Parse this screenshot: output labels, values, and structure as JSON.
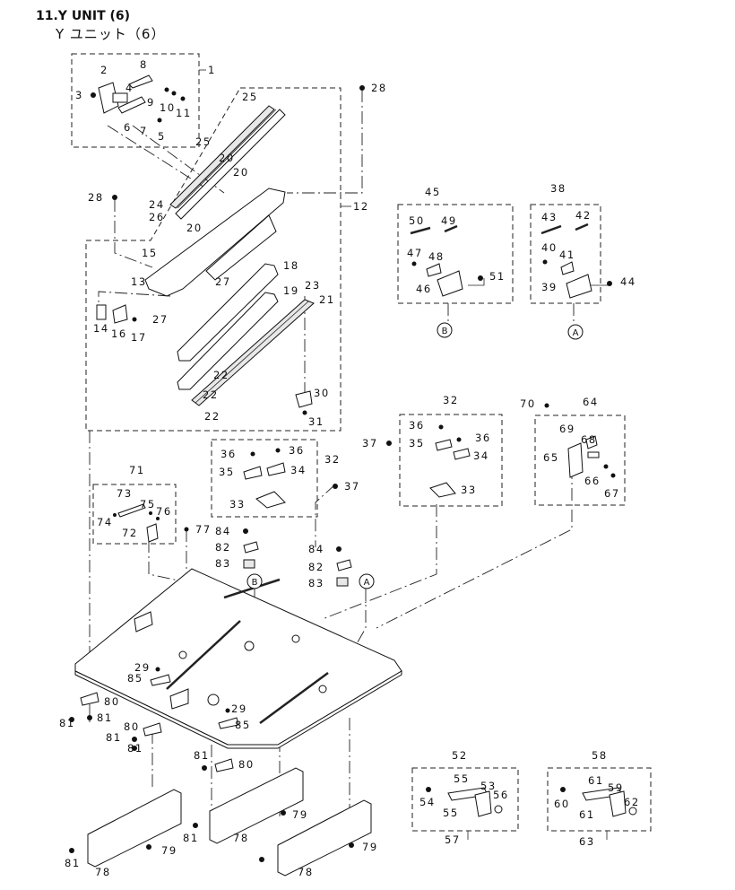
{
  "header": {
    "title": "11.Y UNIT (6)",
    "subtitle": "Y ユニット（6）"
  },
  "callouts": [
    {
      "id": "c1",
      "text": "1"
    },
    {
      "id": "c2",
      "text": "2"
    },
    {
      "id": "c3",
      "text": "3"
    },
    {
      "id": "c4",
      "text": "4"
    },
    {
      "id": "c5",
      "text": "5"
    },
    {
      "id": "c6",
      "text": "6"
    },
    {
      "id": "c7",
      "text": "7"
    },
    {
      "id": "c8",
      "text": "8"
    },
    {
      "id": "c9",
      "text": "9"
    },
    {
      "id": "c10",
      "text": "10"
    },
    {
      "id": "c11",
      "text": "11"
    },
    {
      "id": "c12",
      "text": "12"
    },
    {
      "id": "c13",
      "text": "13"
    },
    {
      "id": "c14",
      "text": "14"
    },
    {
      "id": "c15",
      "text": "15"
    },
    {
      "id": "c16",
      "text": "16"
    },
    {
      "id": "c17",
      "text": "17"
    },
    {
      "id": "c18",
      "text": "18"
    },
    {
      "id": "c19",
      "text": "19"
    },
    {
      "id": "c20a",
      "text": "20"
    },
    {
      "id": "c20b",
      "text": "20"
    },
    {
      "id": "c20c",
      "text": "20"
    },
    {
      "id": "c21",
      "text": "21"
    },
    {
      "id": "c22a",
      "text": "22"
    },
    {
      "id": "c22b",
      "text": "22"
    },
    {
      "id": "c22c",
      "text": "22"
    },
    {
      "id": "c23",
      "text": "23"
    },
    {
      "id": "c24",
      "text": "24"
    },
    {
      "id": "c25a",
      "text": "25"
    },
    {
      "id": "c25b",
      "text": "25"
    },
    {
      "id": "c26",
      "text": "26"
    },
    {
      "id": "c27a",
      "text": "27"
    },
    {
      "id": "c27b",
      "text": "27"
    },
    {
      "id": "c28a",
      "text": "28"
    },
    {
      "id": "c28b",
      "text": "28"
    },
    {
      "id": "c29a",
      "text": "29"
    },
    {
      "id": "c29b",
      "text": "29"
    },
    {
      "id": "c30",
      "text": "30"
    },
    {
      "id": "c31",
      "text": "31"
    },
    {
      "id": "c32a",
      "text": "32"
    },
    {
      "id": "c32b",
      "text": "32"
    },
    {
      "id": "c33a",
      "text": "33"
    },
    {
      "id": "c33b",
      "text": "33"
    },
    {
      "id": "c34a",
      "text": "34"
    },
    {
      "id": "c34b",
      "text": "34"
    },
    {
      "id": "c35a",
      "text": "35"
    },
    {
      "id": "c35b",
      "text": "35"
    },
    {
      "id": "c36a",
      "text": "36"
    },
    {
      "id": "c36b",
      "text": "36"
    },
    {
      "id": "c36c",
      "text": "36"
    },
    {
      "id": "c36d",
      "text": "36"
    },
    {
      "id": "c37a",
      "text": "37"
    },
    {
      "id": "c37b",
      "text": "37"
    },
    {
      "id": "c38",
      "text": "38"
    },
    {
      "id": "c39",
      "text": "39"
    },
    {
      "id": "c40",
      "text": "40"
    },
    {
      "id": "c41",
      "text": "41"
    },
    {
      "id": "c42",
      "text": "42"
    },
    {
      "id": "c43",
      "text": "43"
    },
    {
      "id": "c44",
      "text": "44"
    },
    {
      "id": "c45",
      "text": "45"
    },
    {
      "id": "c46",
      "text": "46"
    },
    {
      "id": "c47",
      "text": "47"
    },
    {
      "id": "c48",
      "text": "48"
    },
    {
      "id": "c49",
      "text": "49"
    },
    {
      "id": "c50",
      "text": "50"
    },
    {
      "id": "c51",
      "text": "51"
    },
    {
      "id": "c52",
      "text": "52"
    },
    {
      "id": "c53",
      "text": "53"
    },
    {
      "id": "c54",
      "text": "54"
    },
    {
      "id": "c55a",
      "text": "55"
    },
    {
      "id": "c55b",
      "text": "55"
    },
    {
      "id": "c56",
      "text": "56"
    },
    {
      "id": "c57",
      "text": "57"
    },
    {
      "id": "c58",
      "text": "58"
    },
    {
      "id": "c59",
      "text": "59"
    },
    {
      "id": "c60",
      "text": "60"
    },
    {
      "id": "c61a",
      "text": "61"
    },
    {
      "id": "c61b",
      "text": "61"
    },
    {
      "id": "c62",
      "text": "62"
    },
    {
      "id": "c63",
      "text": "63"
    },
    {
      "id": "c64",
      "text": "64"
    },
    {
      "id": "c65",
      "text": "65"
    },
    {
      "id": "c66",
      "text": "66"
    },
    {
      "id": "c67",
      "text": "67"
    },
    {
      "id": "c68",
      "text": "68"
    },
    {
      "id": "c69",
      "text": "69"
    },
    {
      "id": "c70",
      "text": "70"
    },
    {
      "id": "c71",
      "text": "71"
    },
    {
      "id": "c72",
      "text": "72"
    },
    {
      "id": "c73",
      "text": "73"
    },
    {
      "id": "c74",
      "text": "74"
    },
    {
      "id": "c75",
      "text": "75"
    },
    {
      "id": "c76",
      "text": "76"
    },
    {
      "id": "c77",
      "text": "77"
    },
    {
      "id": "c78a",
      "text": "78"
    },
    {
      "id": "c78b",
      "text": "78"
    },
    {
      "id": "c78c",
      "text": "78"
    },
    {
      "id": "c79a",
      "text": "79"
    },
    {
      "id": "c79b",
      "text": "79"
    },
    {
      "id": "c79c",
      "text": "79"
    },
    {
      "id": "c80a",
      "text": "80"
    },
    {
      "id": "c80b",
      "text": "80"
    },
    {
      "id": "c80c",
      "text": "80"
    },
    {
      "id": "c81a",
      "text": "81"
    },
    {
      "id": "c81b",
      "text": "81"
    },
    {
      "id": "c81c",
      "text": "81"
    },
    {
      "id": "c81d",
      "text": "81"
    },
    {
      "id": "c81e",
      "text": "81"
    },
    {
      "id": "c81f",
      "text": "81"
    },
    {
      "id": "c81g",
      "text": "81"
    },
    {
      "id": "c82a",
      "text": "82"
    },
    {
      "id": "c82b",
      "text": "82"
    },
    {
      "id": "c83a",
      "text": "83"
    },
    {
      "id": "c83b",
      "text": "83"
    },
    {
      "id": "c84a",
      "text": "84"
    },
    {
      "id": "c84b",
      "text": "84"
    },
    {
      "id": "c85a",
      "text": "85"
    },
    {
      "id": "c85b",
      "text": "85"
    }
  ],
  "refs": [
    {
      "id": "refA1",
      "text": "A"
    },
    {
      "id": "refA2",
      "text": "A"
    },
    {
      "id": "refB1",
      "text": "B"
    },
    {
      "id": "refB2",
      "text": "B"
    }
  ]
}
